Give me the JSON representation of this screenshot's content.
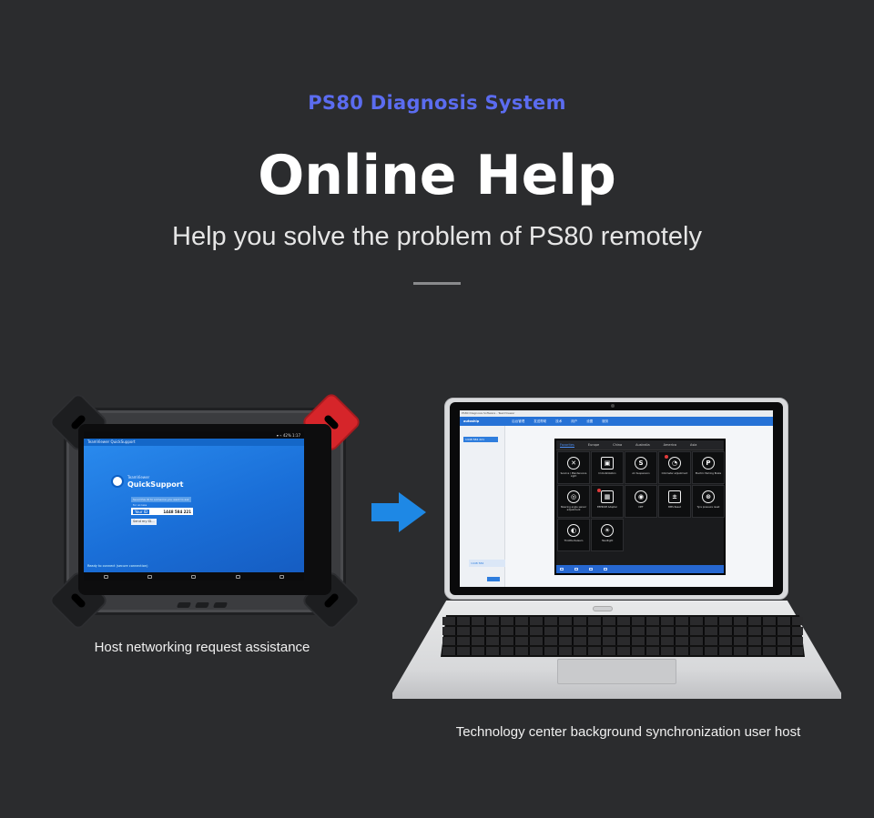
{
  "header": {
    "kicker": "PS80 Diagnosis System",
    "title": "Online Help",
    "subtitle": "Help you solve the problem of PS80 remotely"
  },
  "colors": {
    "background": "#2b2c2e",
    "kicker": "#5b6cf0",
    "arrow": "#1e88e5",
    "tablet_accent": "#d6252a"
  },
  "tablet": {
    "caption": "Host networking request assistance",
    "screen": {
      "status_time": "▾ ⌁ 42% 1:17",
      "app_title": "TeamViewer QuickSupport",
      "brand_small": "TeamViewer",
      "brand": "QuickSupport",
      "hint": "Send this ID to someone you want to ask for access",
      "id_label": "Your ID",
      "id_value": "1448 584 221",
      "send_button": "Send my ID...",
      "status": "Ready to connect (secure connection)"
    }
  },
  "arrow_icon": "right-arrow-icon",
  "laptop": {
    "caption": "Technology center background synchronization user host",
    "screen": {
      "window_title": "PS80 Diagnosis Software - TeamViewer",
      "brand": "autoship",
      "nav": [
        "后台管理",
        "发送帮助",
        "技术",
        "用户",
        "设置",
        "服务"
      ],
      "left_chip": "1448 584 221",
      "left_chip2": "1448 584",
      "regions": [
        "Favorites",
        "Europe",
        "China",
        "Australia",
        "America",
        "Asia"
      ],
      "functions": [
        {
          "label": "Service / Maintenance Light",
          "icon": "wrench-icon",
          "glyph": "✕",
          "square": false
        },
        {
          "label": "Immobilization",
          "icon": "lock-icon",
          "glyph": "▣",
          "square": true
        },
        {
          "label": "Air Suspension",
          "icon": "suspension-icon",
          "glyph": "S",
          "square": false
        },
        {
          "label": "Odometer adjustment",
          "icon": "gauge-icon",
          "glyph": "◔",
          "square": false
        },
        {
          "label": "Electric Parking Brake",
          "icon": "parking-icon",
          "glyph": "P",
          "square": false
        },
        {
          "label": "Steering angle sensor adjustment",
          "icon": "steering-icon",
          "glyph": "◎",
          "square": false
        },
        {
          "label": "EEPROM Adapter",
          "icon": "chip-icon",
          "glyph": "▦",
          "square": true
        },
        {
          "label": "DPF",
          "icon": "dpf-icon",
          "glyph": "◉",
          "square": false
        },
        {
          "label": "BMS Reset",
          "icon": "battery-icon",
          "glyph": "±",
          "square": true
        },
        {
          "label": "Tyre pressure reset",
          "icon": "tyre-icon",
          "glyph": "⊛",
          "square": false
        },
        {
          "label": "Throttle Relearn",
          "icon": "throttle-icon",
          "glyph": "◐",
          "square": false
        },
        {
          "label": "Headlight",
          "icon": "headlight-icon",
          "glyph": "☀",
          "square": false
        }
      ]
    }
  }
}
